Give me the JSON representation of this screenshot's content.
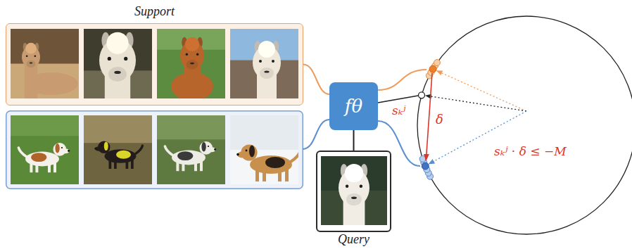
{
  "diagram": {
    "nodes": [
      {
        "text": [
          "Support"
        ]
      },
      {
        "text": [
          "fθ"
        ]
      },
      {
        "text": [
          "Query"
        ]
      }
    ],
    "edges": [
      {
        "from": 0,
        "to": 1,
        "arrow": "none"
      },
      {
        "from": 1,
        "to": 2,
        "arrow": "none"
      }
    ],
    "labels": [
      "sₖʲ",
      "δ",
      "sₖʲ · δ ≤ −M"
    ]
  }
}
